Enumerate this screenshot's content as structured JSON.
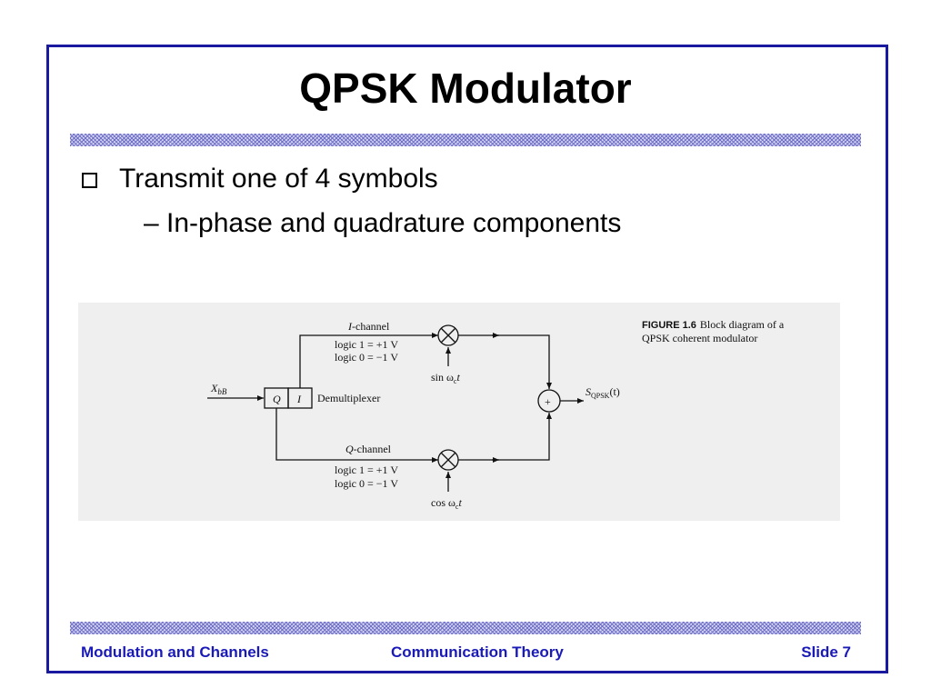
{
  "slide": {
    "title": "QPSK Modulator",
    "bullets": [
      {
        "text": "Transmit one of 4 symbols"
      },
      {
        "text": "In-phase and quadrature components",
        "marker": "–"
      }
    ],
    "footer": {
      "left": "Modulation and Channels",
      "center": "Communication Theory",
      "right": "Slide 7"
    },
    "colors": {
      "frame": "#1a1aa0",
      "footer_text": "#1a1ab8"
    }
  },
  "diagram": {
    "input_label": "X",
    "input_sub": "bB",
    "demux_q": "Q",
    "demux_i": "I",
    "demux_label": "Demultiplexer",
    "i_channel": {
      "name": "I-channel",
      "logic1": "logic 1 = +1 V",
      "logic0": "logic 0 = −1 V",
      "carrier": "sin ωct"
    },
    "q_channel": {
      "name": "Q-channel",
      "logic1": "logic 1 = +1 V",
      "logic0": "logic 0 = −1 V",
      "carrier": "cos ωct"
    },
    "summer_symbol": "+",
    "output_label": "S",
    "output_sub": "QPSK",
    "output_suffix": "(t)",
    "caption_bold": "FIGURE 1.6",
    "caption_line1": "Block diagram of a",
    "caption_line2": "QPSK coherent modulator"
  }
}
